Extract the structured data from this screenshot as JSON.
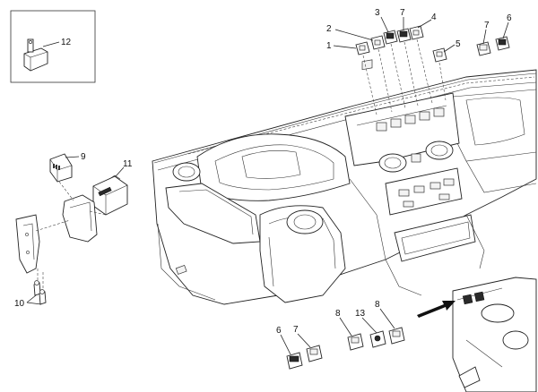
{
  "callouts": [
    {
      "id": "c12",
      "text": "12"
    },
    {
      "id": "c1",
      "text": "1"
    },
    {
      "id": "c2",
      "text": "2"
    },
    {
      "id": "c3",
      "text": "3"
    },
    {
      "id": "c7a",
      "text": "7"
    },
    {
      "id": "c4",
      "text": "4"
    },
    {
      "id": "c5",
      "text": "5"
    },
    {
      "id": "c7b",
      "text": "7"
    },
    {
      "id": "c6a",
      "text": "6"
    },
    {
      "id": "c9",
      "text": "9"
    },
    {
      "id": "c11",
      "text": "11"
    },
    {
      "id": "c10",
      "text": "10"
    },
    {
      "id": "c6b",
      "text": "6"
    },
    {
      "id": "c7c",
      "text": "7"
    },
    {
      "id": "c8a",
      "text": "8"
    },
    {
      "id": "c13",
      "text": "13"
    },
    {
      "id": "c8b",
      "text": "8"
    }
  ],
  "part_labels": {
    "relay_box": "",
    "module_label": ""
  }
}
